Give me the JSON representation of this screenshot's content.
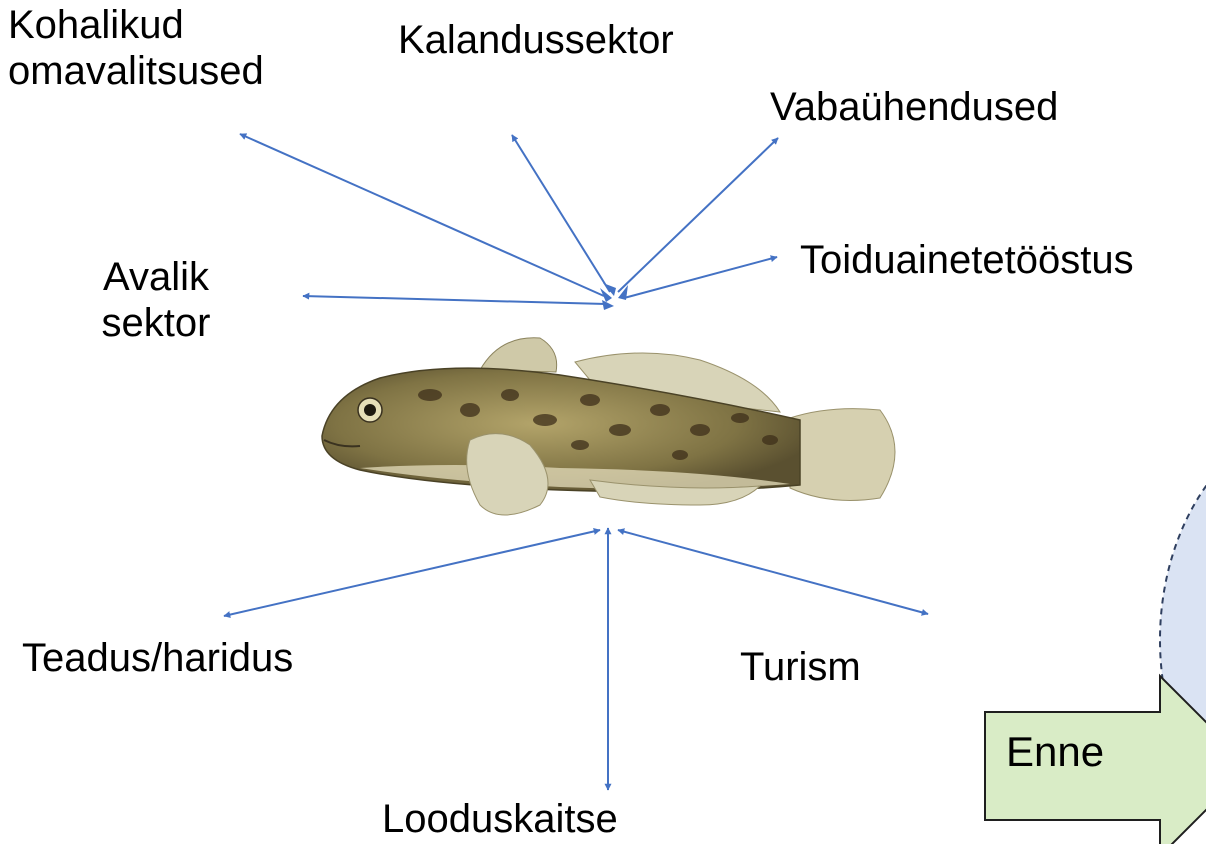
{
  "stakeholders": {
    "kohalikud_line1": "Kohalikud",
    "kohalikud_line2": "omavalitsused",
    "kalandussektor": "Kalandussektor",
    "vabauhendused": "Vabaühendused",
    "toiduaine": "Toiduainetetööstus",
    "avalik_line1": "Avalik",
    "avalik_line2": "sektor",
    "teadus": "Teadus/haridus",
    "turism": "Turism",
    "looduskaitse": "Looduskaitse"
  },
  "callout": {
    "enne_label": "Enne"
  },
  "colors": {
    "arrow": "#4472c4",
    "enne_fill": "#d9ecc6",
    "enne_stroke": "#1f1f1f",
    "oval_fill": "#dae3f3",
    "oval_stroke": "#2f3f5f",
    "fish_body": "#8a7d4e",
    "fish_spots": "#3e2f1a",
    "fish_fins": "#d8d4b8"
  },
  "icons": {
    "center": "round-goby-fish-icon"
  }
}
